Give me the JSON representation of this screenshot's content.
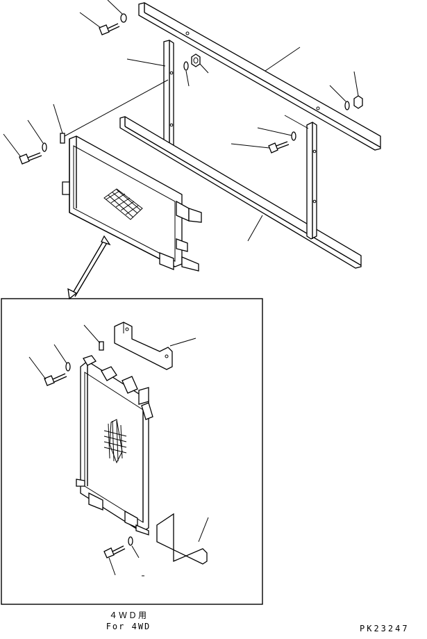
{
  "caption": {
    "japanese": "４ＷＤ用",
    "english": "For 4WD"
  },
  "figure_code": "PK23247",
  "colors": {
    "line": "#000000",
    "background": "#ffffff"
  },
  "icons": [
    "bolt-icon",
    "washer-icon",
    "nut-icon",
    "radiator-icon",
    "bracket-icon",
    "frame-rail-icon"
  ]
}
